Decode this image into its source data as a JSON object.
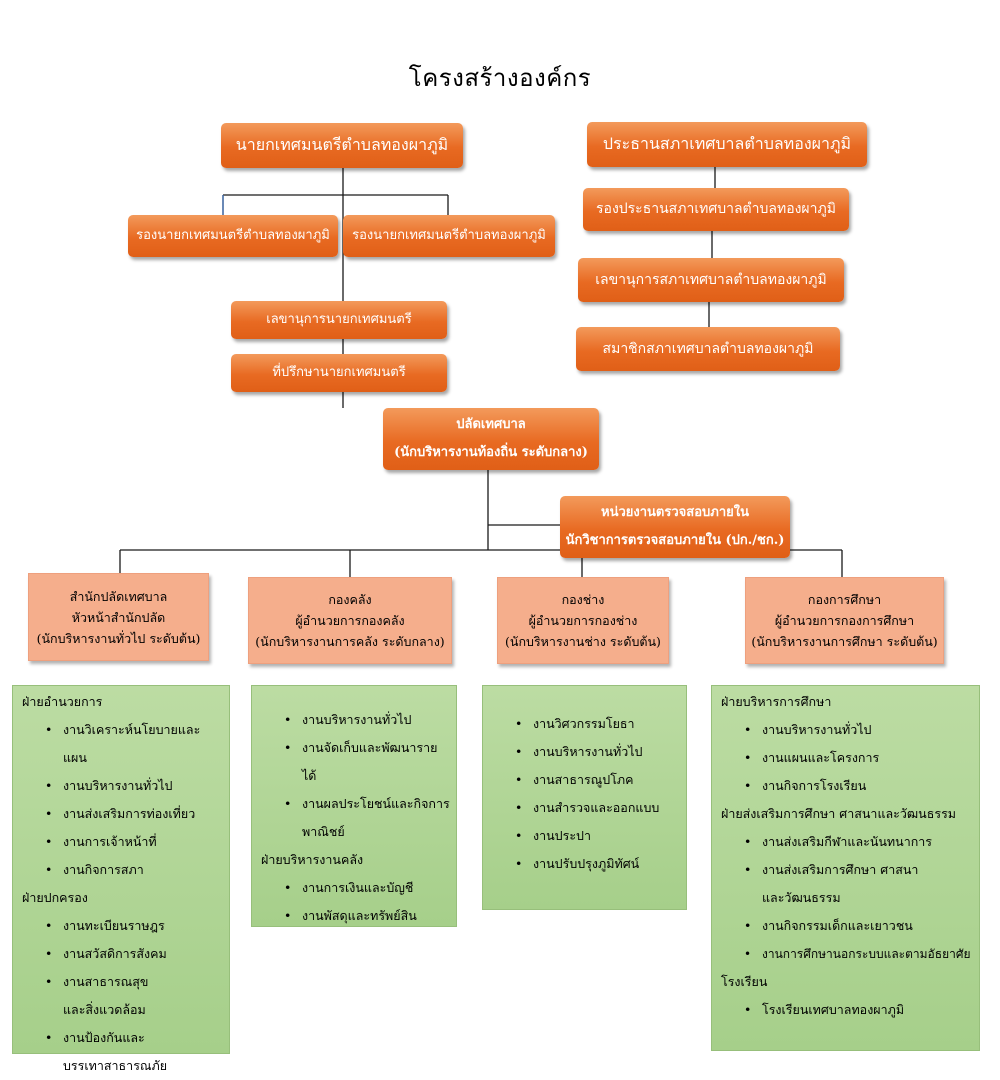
{
  "title": "โครงสร้างองค์กร",
  "mayor": "นายกเทศมนตรีตำบลทองผาภูมิ",
  "deputy_mayors": [
    "รองนายกเทศมนตรีตำบลทองผาภูมิ",
    "รองนายกเทศมนตรีตำบลทองผาภูมิ"
  ],
  "mayor_secretary": "เลขานุการนายกเทศมนตรี",
  "mayor_advisor": "ที่ปรึกษานายกเทศมนตรี",
  "council_chair": "ประธานสภาเทศบาลตำบลทองผาภูมิ",
  "council_vice_chair": "รองประธานสภาเทศบาลตำบลทองผาภูมิ",
  "council_secretary": "เลขานุการสภาเทศบาลตำบลทองผาภูมิ",
  "council_members": "สมาชิกสภาเทศบาลตำบลทองผาภูมิ",
  "clerk": {
    "line1": "ปลัดเทศบาล",
    "line2": "(นักบริหารงานท้องถิ่น ระดับกลาง)"
  },
  "audit": {
    "line1": "หน่วยงานตรวจสอบภายใน",
    "line2": "นักวิชาการตรวจสอบภายใน  (ปก./ชก.)"
  },
  "departments": [
    {
      "lines": [
        "สำนักปลัดเทศบาล",
        "หัวหน้าสำนักปลัด",
        "(นักบริหารงานทั่วไป ระดับต้น)"
      ],
      "sections": [
        {
          "heading": "ฝ่ายอำนวยการ",
          "items": [
            "งานวิเคราะห์นโยบายและแผน",
            "งานบริหารงานทั่วไป",
            "งานส่งเสริมการท่องเที่ยว",
            "งานการเจ้าหน้าที่",
            "งานกิจการสภา"
          ]
        },
        {
          "heading": "ฝ่ายปกครอง",
          "items": [
            "งานทะเบียนราษฎร",
            "งานสวัสดิการสังคม",
            "งานสาธารณสุขและสิ่งแวดล้อม",
            "งานป้องกันและบรรเทาสาธารณภัย"
          ]
        }
      ]
    },
    {
      "lines": [
        "กองคลัง",
        "ผู้อำนวยการกองคลัง",
        "(นักบริหารงานการคลัง ระดับกลาง)"
      ],
      "sections": [
        {
          "heading": "",
          "items": [
            "งานบริหารงานทั่วไป",
            "งานจัดเก็บและพัฒนารายได้",
            "งานผลประโยชน์และกิจการพาณิชย์"
          ]
        },
        {
          "heading": "ฝ่ายบริหารงานคลัง",
          "items": [
            "งานการเงินและบัญชี",
            "งานพัสดุและทรัพย์สิน"
          ]
        }
      ]
    },
    {
      "lines": [
        "กองช่าง",
        "ผู้อำนวยการกองช่าง",
        "(นักบริหารงานช่าง ระดับต้น)"
      ],
      "sections": [
        {
          "heading": "",
          "items": [
            "งานวิศวกรรมโยธา",
            "งานบริหารงานทั่วไป",
            "งานสาธารณูปโภค",
            "งานสำรวจและออกแบบ",
            "งานประปา",
            "งานปรับปรุงภูมิทัศน์"
          ]
        }
      ]
    },
    {
      "lines": [
        "กองการศึกษา",
        "ผู้อำนวยการกองการศึกษา",
        "(นักบริหารงานการศึกษา ระดับต้น)"
      ],
      "sections": [
        {
          "heading": "ฝ่ายบริหารการศึกษา",
          "items": [
            "งานบริหารงานทั่วไป",
            "งานแผนและโครงการ",
            "งานกิจการโรงเรียน"
          ]
        },
        {
          "heading": "ฝ่ายส่งเสริมการศึกษา ศาสนาและวัฒนธรรม",
          "items": [
            "งานส่งเสริมกีฬาและนันทนาการ",
            "งานส่งเสริมการศึกษา ศาสนาและวัฒนธรรม",
            "งานกิจกรรมเด็กและเยาวชน",
            "งานการศึกษานอกระบบและตามอัธยาศัย"
          ]
        },
        {
          "heading": "โรงเรียน",
          "items": [
            "โรงเรียนเทศบาลทองผาภูมิ"
          ]
        }
      ]
    }
  ]
}
